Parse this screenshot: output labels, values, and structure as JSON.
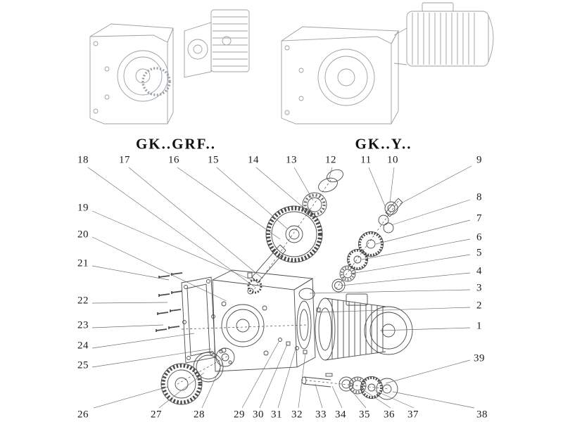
{
  "titles": {
    "left": "GK..GRF..",
    "right": "GK..Y.."
  },
  "labels": {
    "1": "1",
    "2": "2",
    "3": "3",
    "4": "4",
    "5": "5",
    "6": "6",
    "7": "7",
    "8": "8",
    "9": "9",
    "10": "10",
    "11": "11",
    "12": "12",
    "13": "13",
    "14": "14",
    "15": "15",
    "16": "16",
    "17": "17",
    "18": "18",
    "19": "19",
    "20": "20",
    "21": "21",
    "22": "22",
    "23": "23",
    "24": "24",
    "25": "25",
    "26": "26",
    "27": "27",
    "28": "28",
    "29": "29",
    "30": "30",
    "31": "31",
    "32": "32",
    "33": "33",
    "34": "34",
    "35": "35",
    "36": "36",
    "37": "37",
    "38": "38",
    "39": "39"
  }
}
